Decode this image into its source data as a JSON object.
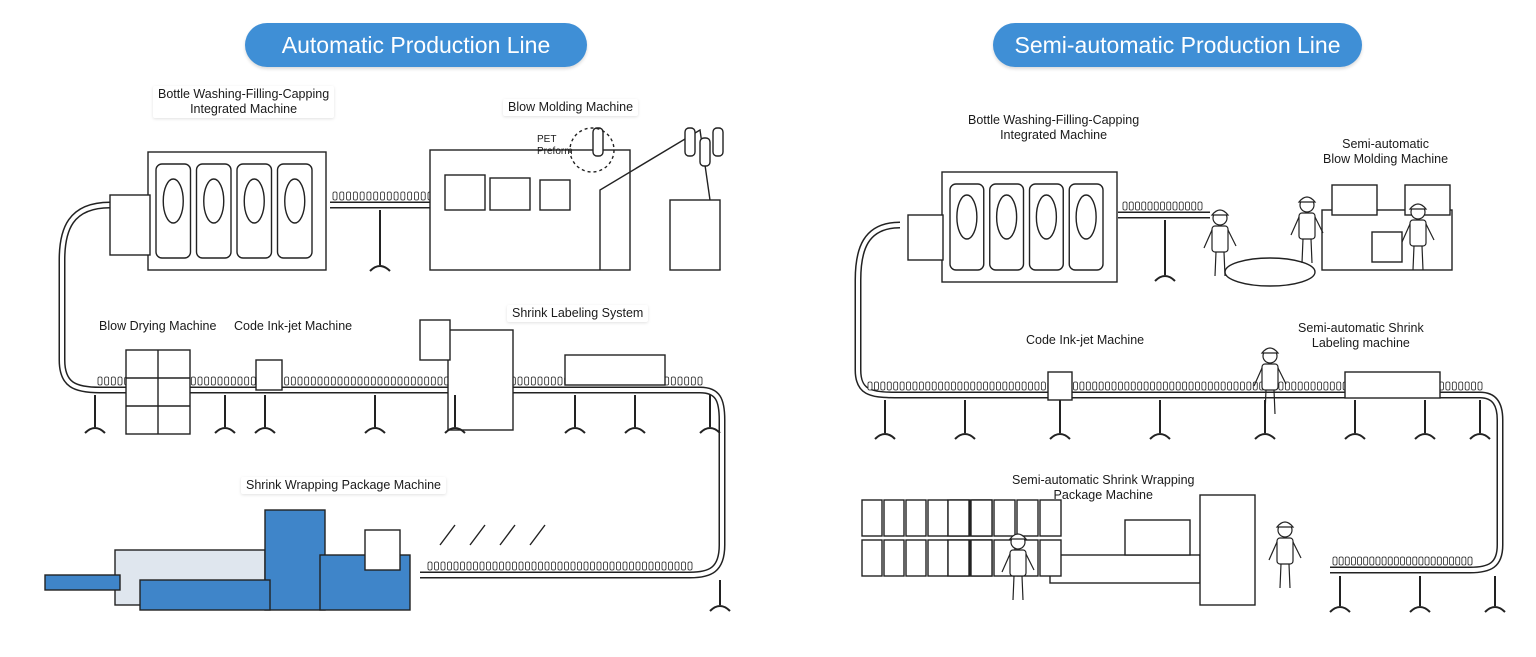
{
  "automatic": {
    "title": "Automatic Production Line",
    "labels": {
      "washing_line1": "Bottle Washing-Filling-Capping",
      "washing_line2": "Integrated Machine",
      "blow_molding": "Blow Molding Machine",
      "pet_line1": "PET",
      "pet_line2": "Preform",
      "blow_drying": "Blow Drying Machine",
      "code_inkjet": "Code Ink-jet Machine",
      "shrink_labeling": "Shrink Labeling System",
      "shrink_wrapping": "Shrink Wrapping Package Machine"
    }
  },
  "semi": {
    "title": "Semi-automatic Production Line",
    "labels": {
      "washing_line1": "Bottle Washing-Filling-Capping",
      "washing_line2": "Integrated Machine",
      "blow_line1": "Semi-automatic",
      "blow_line2": "Blow Molding Machine",
      "code_inkjet": "Code Ink-jet Machine",
      "labeling_line1": "Semi-automatic Shrink",
      "labeling_line2": "Labeling machine",
      "wrapping_line1": "Semi-automatic Shrink Wrapping",
      "wrapping_line2": "Package Machine"
    }
  },
  "colors": {
    "pill": "#3f8fd6",
    "machine_blue": "#3f85c9",
    "line_art": "#222222"
  }
}
